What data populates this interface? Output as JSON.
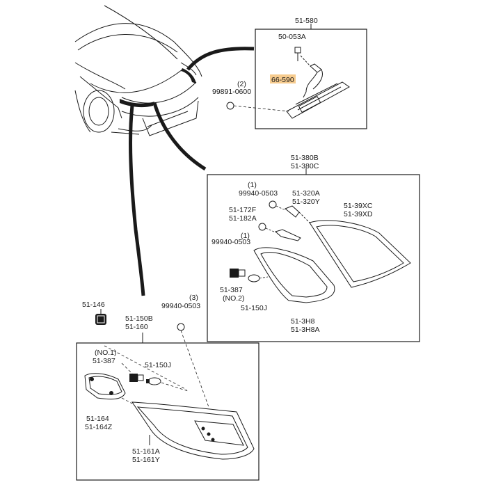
{
  "top_box": {
    "assembly_ref": "51-580",
    "screw_ref": "50-053A",
    "harness_ref": "66-590",
    "nut_ref": "99891-0600",
    "nut_qty": "(2)"
  },
  "middle_box": {
    "lamp_ref_line1": "51-380B",
    "lamp_ref_line2": "51-380C",
    "nut_upper_qty": "(1)",
    "nut_upper_ref": "99940-0503",
    "bracket_ref_line1": "51-320A",
    "bracket_ref_line2": "51-320Y",
    "clip_ref_line1": "51-172F",
    "clip_ref_line2": "51-182A",
    "nut_lower_qty": "(1)",
    "nut_lower_ref": "99940-0503",
    "lens_ref_line1": "51-39XC",
    "lens_ref_line2": "51-39XD",
    "socket_ref": "51-387",
    "socket_note": "(NO.2)",
    "bulb_ref": "51-150J",
    "gasket_ref_line1": "51-3H8",
    "gasket_ref_line2": "51-3H8A"
  },
  "lower_left": {
    "socket_ref": "51-146",
    "lamp_ref_line1": "51-150B",
    "lamp_ref_line2": "51-160",
    "nut_qty": "(3)",
    "nut_ref": "99940-0503"
  },
  "bottom_box": {
    "socket_note": "(NO.1)",
    "socket_ref": "51-387",
    "bulb_ref": "51-150J",
    "gasket_ref_line1": "51-164",
    "gasket_ref_line2": "51-164Z",
    "lens_ref_line1": "51-161A",
    "lens_ref_line2": "51-161Y"
  },
  "colors": {
    "line": "#1a1a1a",
    "highlight": "#f4c27a",
    "background": "#ffffff"
  }
}
